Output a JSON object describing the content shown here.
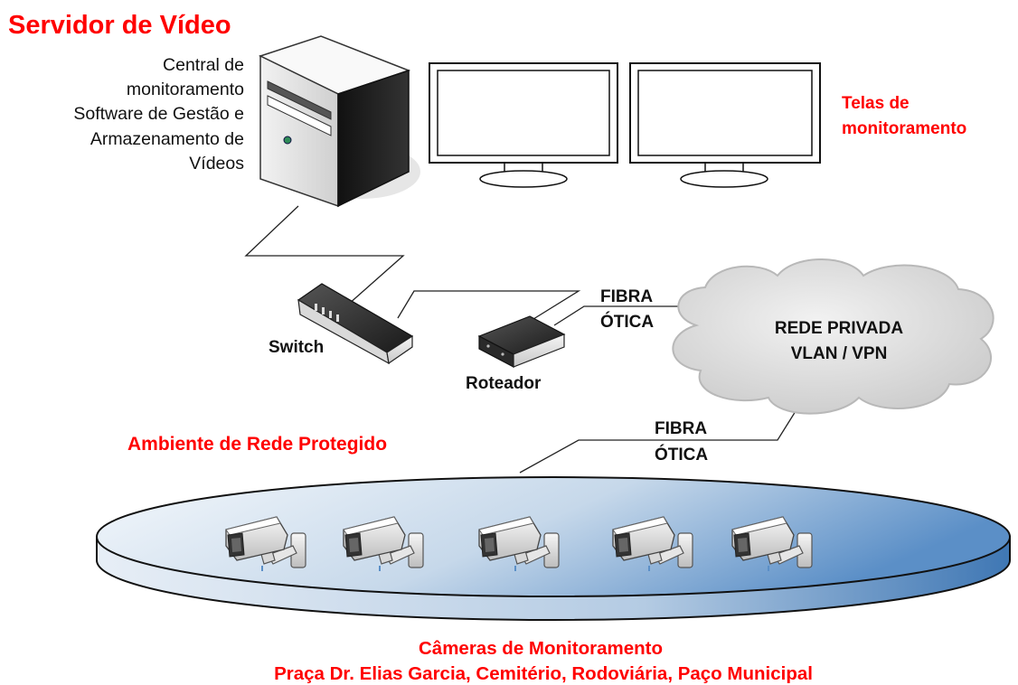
{
  "server": {
    "title": "Servidor de Vídeo",
    "description_lines": [
      "Central de",
      "monitoramento",
      "Software de Gestão e",
      "Armazenamento de",
      "Vídeos"
    ]
  },
  "monitors": {
    "label_lines": [
      "Telas de",
      "monitoramento"
    ]
  },
  "switch": {
    "label": "Switch"
  },
  "router": {
    "label": "Roteador"
  },
  "link_router_cloud": {
    "label_lines": [
      "FIBRA",
      "ÓTICA"
    ]
  },
  "cloud": {
    "label_lines": [
      "REDE PRIVADA",
      "VLAN / VPN"
    ]
  },
  "link_cloud_cameras": {
    "label_lines": [
      "FIBRA",
      "ÓTICA"
    ]
  },
  "protected_area": {
    "label": "Ambiente de Rede Protegido"
  },
  "cameras": {
    "count": 5,
    "caption_lines": [
      "Câmeras de Monitoramento",
      "Praça Dr. Elias Garcia, Cemitério, Rodoviária, Paço Municipal"
    ]
  },
  "colors": {
    "title_red": "#ff0000",
    "platform_blue": "#5b8fc7",
    "cloud_gray": "#d9d9d9"
  }
}
